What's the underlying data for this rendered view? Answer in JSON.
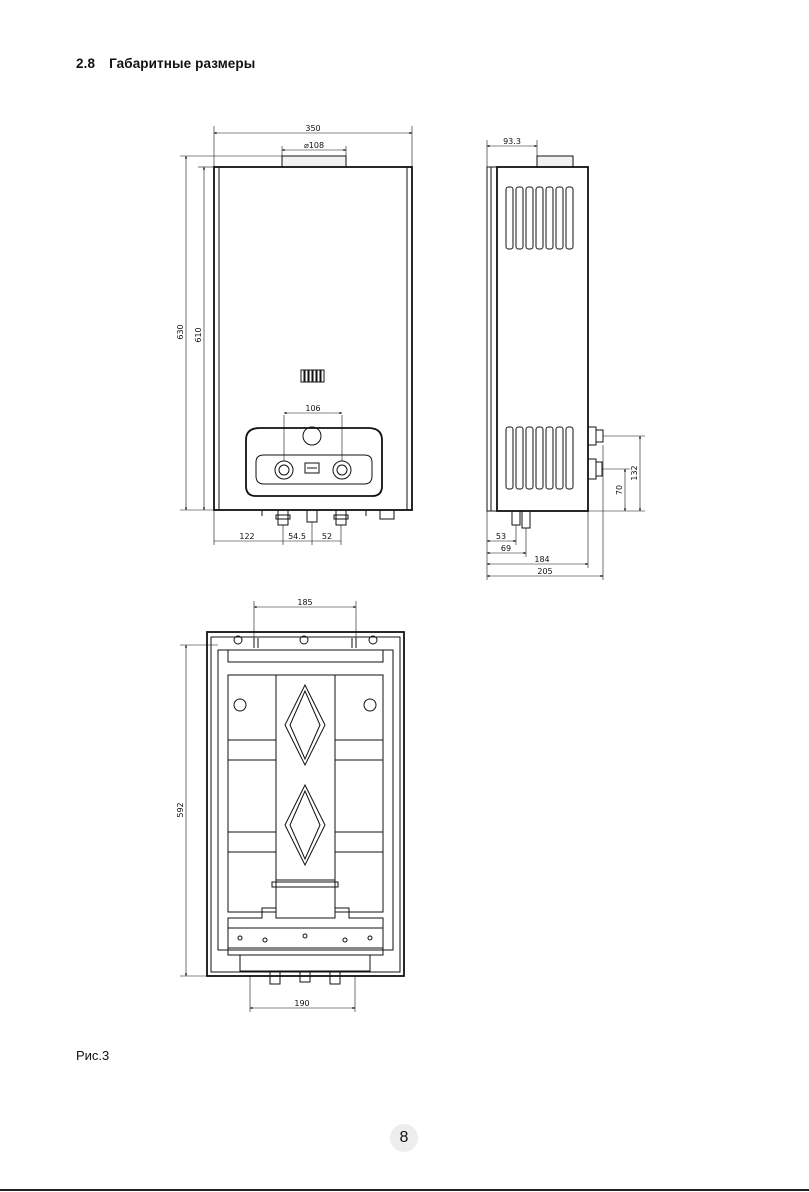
{
  "heading": {
    "number": "2.8",
    "title": "Габаритные размеры"
  },
  "front_dims": {
    "w_total": "350",
    "flue_d": "⌀108",
    "h_total": "630",
    "h_body": "610",
    "knob_spacing": "106",
    "b1": "122",
    "b2": "54.5",
    "b3": "52"
  },
  "side_dims": {
    "depth_top": "93.3",
    "h132": "132",
    "h70": "70",
    "b53": "53",
    "b69": "69",
    "b184": "184",
    "b205": "205"
  },
  "back_dims": {
    "top_holes": "185",
    "height": "592",
    "bottom": "190"
  },
  "caption": "Рис.3",
  "page_number": "8"
}
